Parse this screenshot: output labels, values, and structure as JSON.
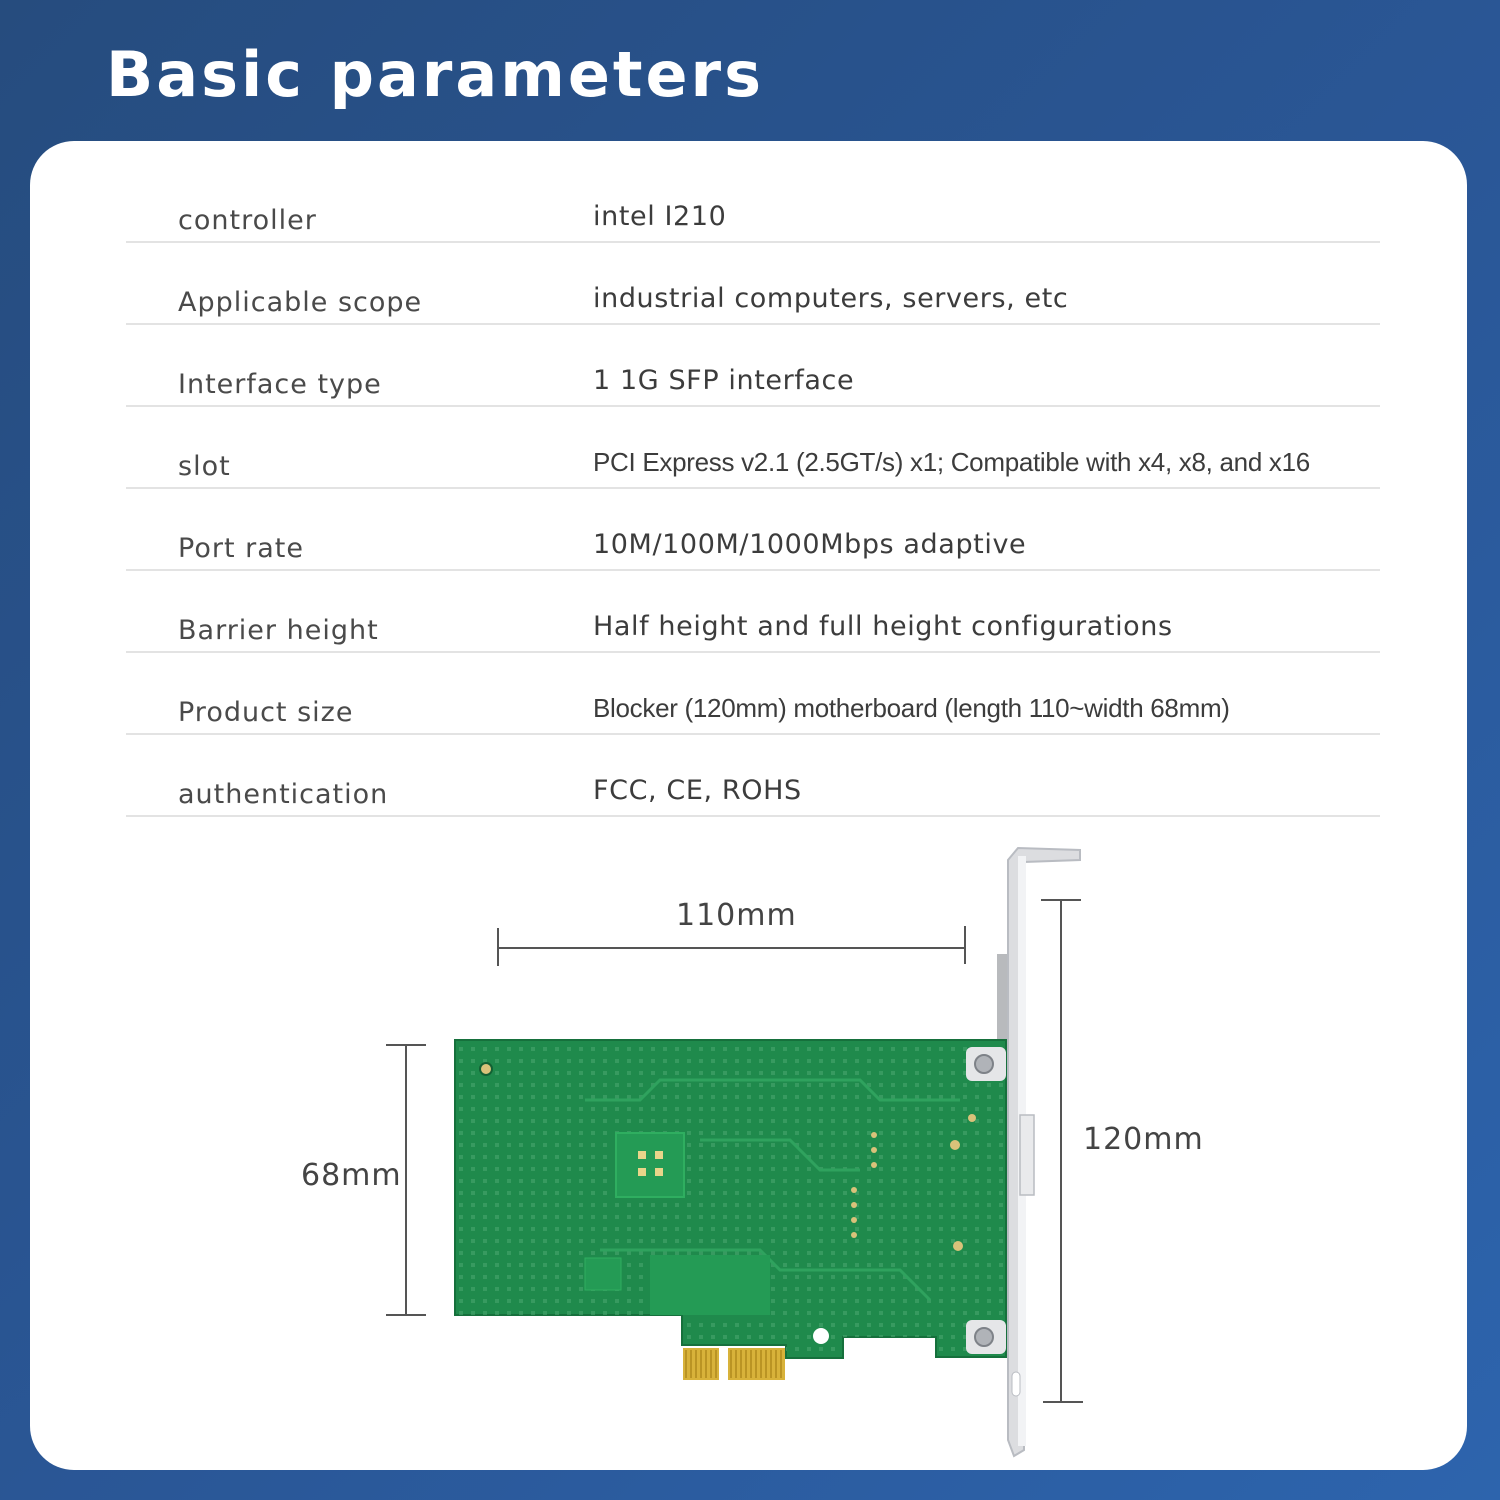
{
  "page": {
    "title": "Basic parameters"
  },
  "specs": [
    {
      "label": "controller",
      "value": "intel I210"
    },
    {
      "label": "Applicable scope",
      "value": "industrial computers, servers, etc"
    },
    {
      "label": "Interface type",
      "value": "1 1G SFP interface"
    },
    {
      "label": "slot",
      "value": "PCI Express v2.1 (2.5GT/s) x1; Compatible with x4, x8, and x16"
    },
    {
      "label": "Port rate",
      "value": "10M/100M/1000Mbps adaptive"
    },
    {
      "label": "Barrier height",
      "value": "Half height and full height configurations"
    },
    {
      "label": "Product size",
      "value": "Blocker (120mm) motherboard (length 110~width 68mm)"
    },
    {
      "label": "authentication",
      "value": "FCC, CE, ROHS"
    }
  ],
  "dimensions": {
    "length": "110mm",
    "width": "68mm",
    "bracket_height": "120mm"
  },
  "colors": {
    "background": "#2a5797",
    "pcb": "#1f8a4c",
    "gold_fingers": "#d8b23a"
  }
}
